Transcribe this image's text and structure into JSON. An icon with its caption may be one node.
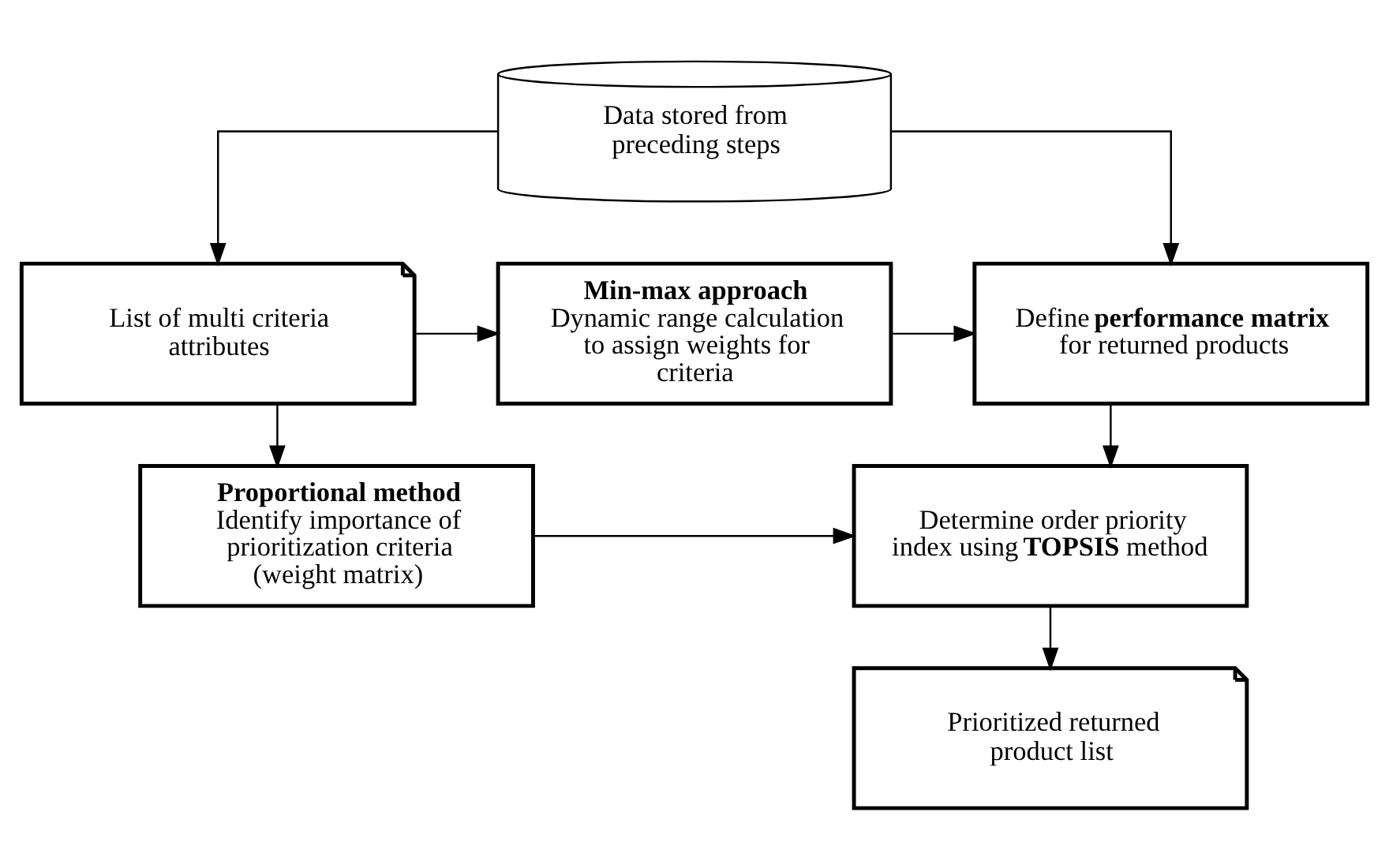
{
  "diagram": {
    "nodes": [
      {
        "text": [
          "Data stored from preceding steps"
        ]
      },
      {
        "text": [
          "List of multi criteria attributes"
        ]
      },
      {
        "text": [
          "Min-max approach",
          "Dynamic range calculation to assign weights for criteria"
        ]
      },
      {
        "text": [
          "Define **performance matrix** for returned products"
        ]
      },
      {
        "text": [
          "Proportional method",
          "Identify importance of prioritization criteria (weight matrix)"
        ]
      },
      {
        "text": [
          "Determine order priority index using **TOPSIS** method"
        ]
      },
      {
        "text": [
          "Prioritized returned product list"
        ]
      }
    ],
    "edges": [
      {
        "from": 0,
        "to": 1,
        "arrow": "to"
      },
      {
        "from": 0,
        "to": 3,
        "arrow": "to"
      },
      {
        "from": 1,
        "to": 2,
        "arrow": "to"
      },
      {
        "from": 2,
        "to": 3,
        "arrow": "to"
      },
      {
        "from": 1,
        "to": 4,
        "arrow": "to"
      },
      {
        "from": 4,
        "to": 5,
        "arrow": "to"
      },
      {
        "from": 3,
        "to": 5,
        "arrow": "to"
      },
      {
        "from": 5,
        "to": 6,
        "arrow": "to"
      }
    ]
  }
}
